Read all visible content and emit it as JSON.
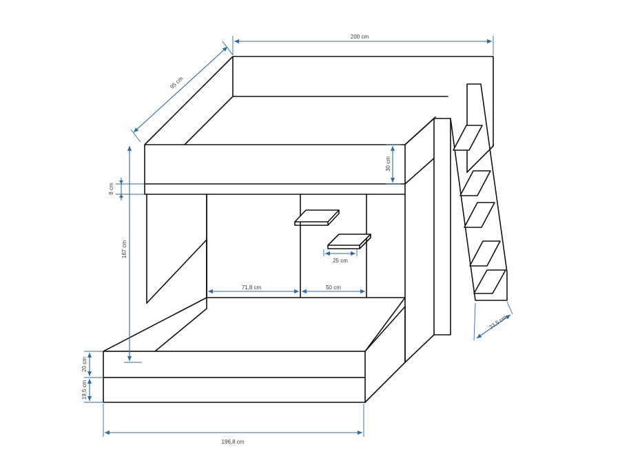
{
  "dimensions": {
    "length_top": "200 cm",
    "depth_top": "95 cm",
    "rail_height": "30 cm",
    "slat_frame": "8 cm",
    "clearance": "167 cm",
    "shelf_width": "25 cm",
    "bottom_left_space": "71,8 cm",
    "bottom_mid_space": "50 cm",
    "stair_depth": "33,5 cm",
    "bottom_rail": "20 cm",
    "drawer_height": "19,5 cm",
    "length_bottom": "196,8 cm"
  },
  "colors": {
    "outline": "#111111",
    "dimension": "#2a6aa6"
  }
}
